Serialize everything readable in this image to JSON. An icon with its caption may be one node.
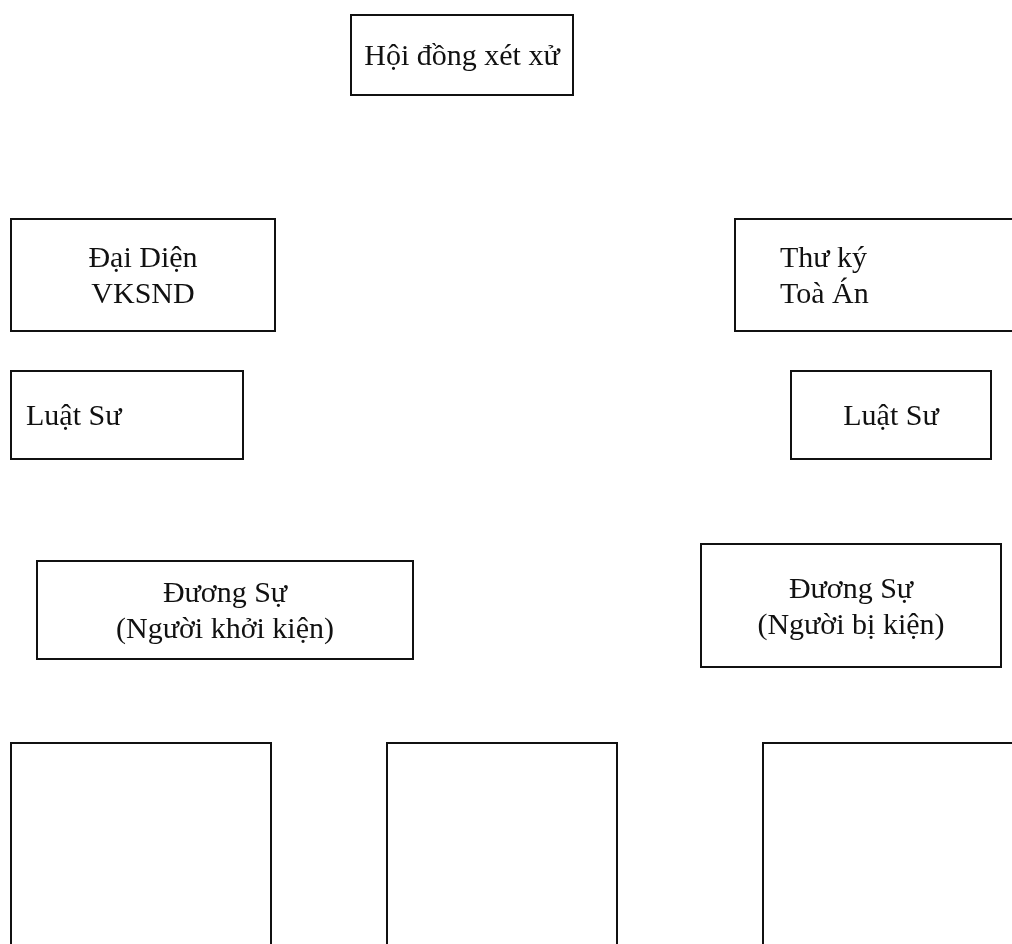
{
  "diagram": {
    "nodes": [
      {
        "text": [
          "Hội đồng xét xử"
        ]
      },
      {
        "text": [
          "Đại Diện VKSND"
        ]
      },
      {
        "text": [
          "Thư ký Toà Án"
        ]
      },
      {
        "text": [
          "Luật Sư"
        ]
      },
      {
        "text": [
          "Luật Sư"
        ]
      },
      {
        "text": [
          "Đương Sự",
          "(Người khởi kiện)"
        ]
      },
      {
        "text": [
          "Đương Sự",
          "(Người bị kiện)"
        ]
      },
      {
        "text": [],
        "shape": "box"
      },
      {
        "text": [],
        "shape": "box"
      },
      {
        "text": [],
        "shape": "box"
      }
    ]
  }
}
